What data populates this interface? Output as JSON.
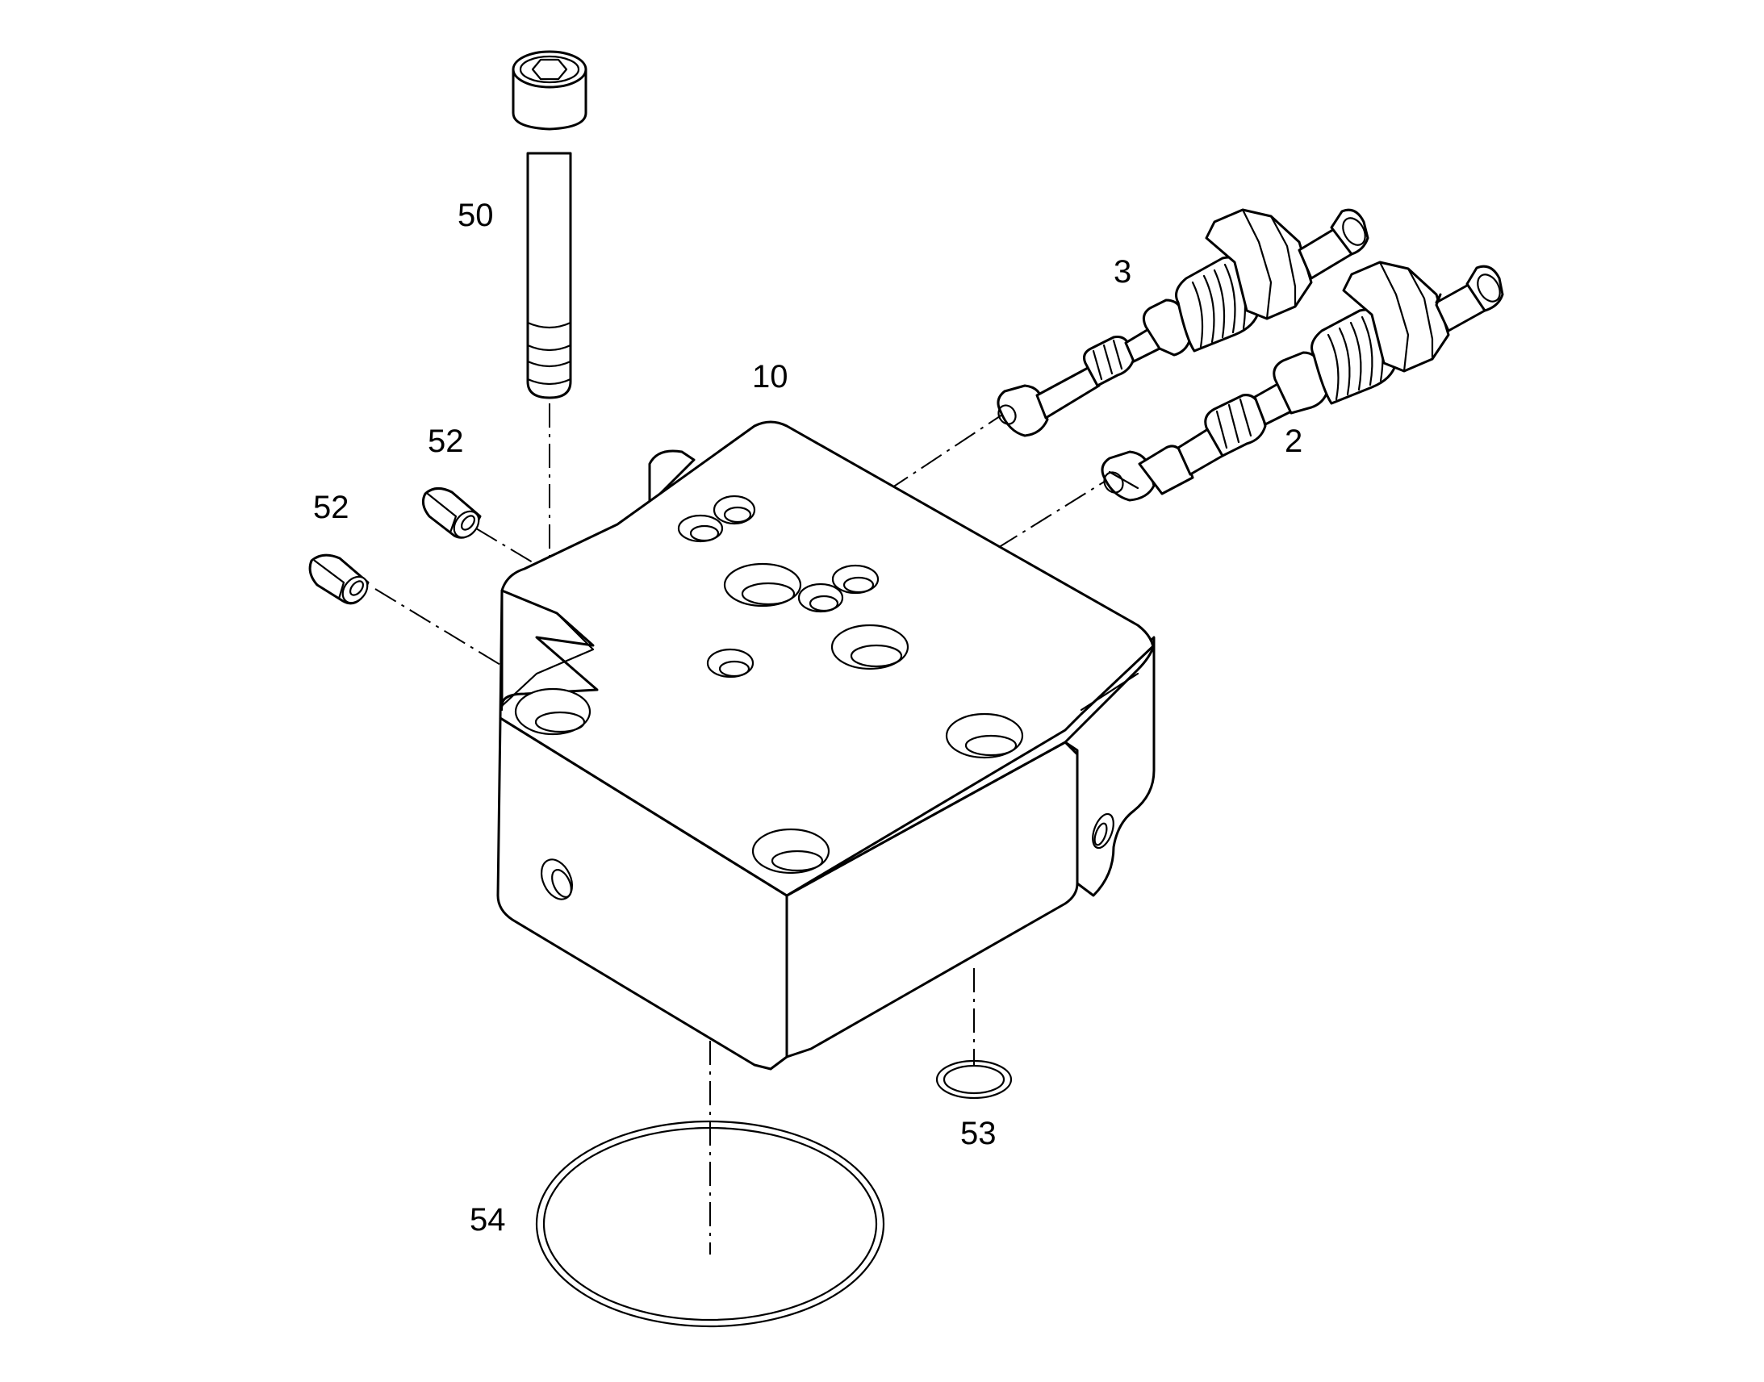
{
  "callouts": {
    "c50": "50",
    "c3": "3",
    "c10": "10",
    "c52a": "52",
    "c52b": "52",
    "c2": "2",
    "c53": "53",
    "c54": "54"
  }
}
